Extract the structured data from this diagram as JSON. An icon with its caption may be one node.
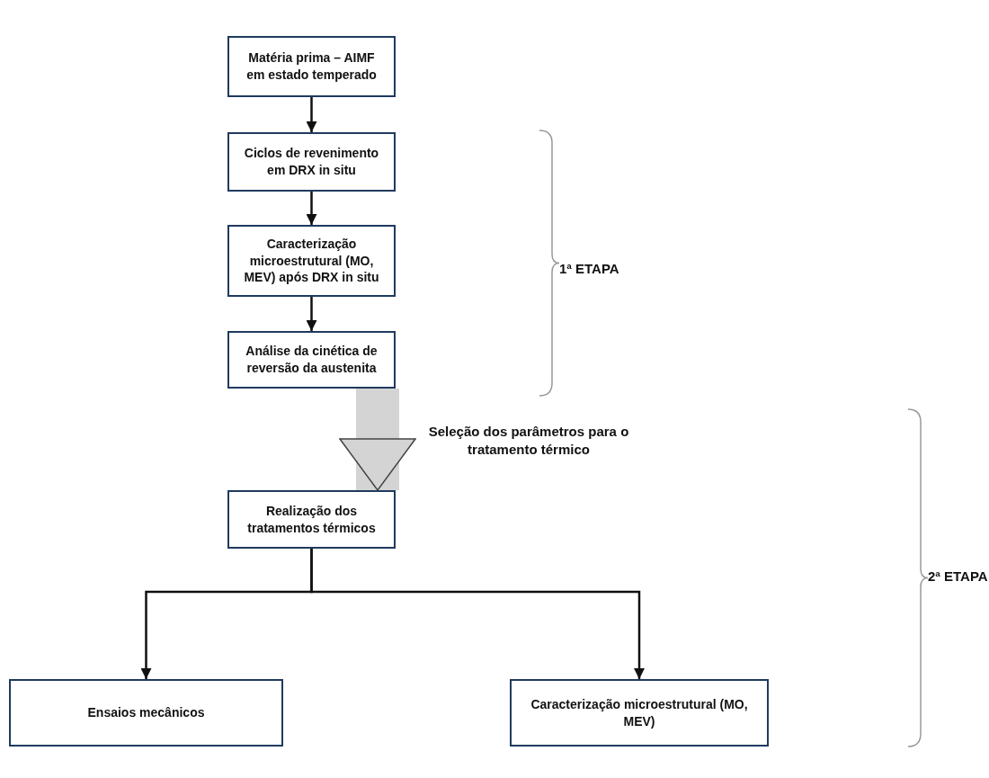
{
  "diagram": {
    "nodes": [
      {
        "text": [
          "Matéria prima – AIMF em estado temperado"
        ]
      },
      {
        "text": [
          "Ciclos de revenimento em DRX in situ"
        ]
      },
      {
        "text": [
          "Caracterização microestrutural (MO, MEV) após DRX in situ"
        ]
      },
      {
        "text": [
          "Análise da cinética de reversão da austenita"
        ]
      },
      {
        "text": [
          "Realização dos tratamentos térmicos"
        ]
      },
      {
        "text": [
          "Ensaios mecânicos"
        ]
      },
      {
        "text": [
          "Caracterização microestrutural (MO, MEV)"
        ]
      }
    ],
    "edges": [
      {
        "from": 0,
        "to": 1,
        "arrow": "to"
      },
      {
        "from": 1,
        "to": 2,
        "arrow": "to"
      },
      {
        "from": 2,
        "to": 3,
        "arrow": "to"
      },
      {
        "from": 3,
        "to": 4,
        "arrow": "to",
        "label": "Seleção dos parâmetros para o tratamento térmico",
        "style": "thick",
        "color": "#d4d4d4"
      },
      {
        "from": 4,
        "to": 5,
        "arrow": "to"
      },
      {
        "from": 4,
        "to": 6,
        "arrow": "to"
      }
    ],
    "labels": [
      "1ª ETAPA",
      "2ª ETAPA"
    ]
  }
}
